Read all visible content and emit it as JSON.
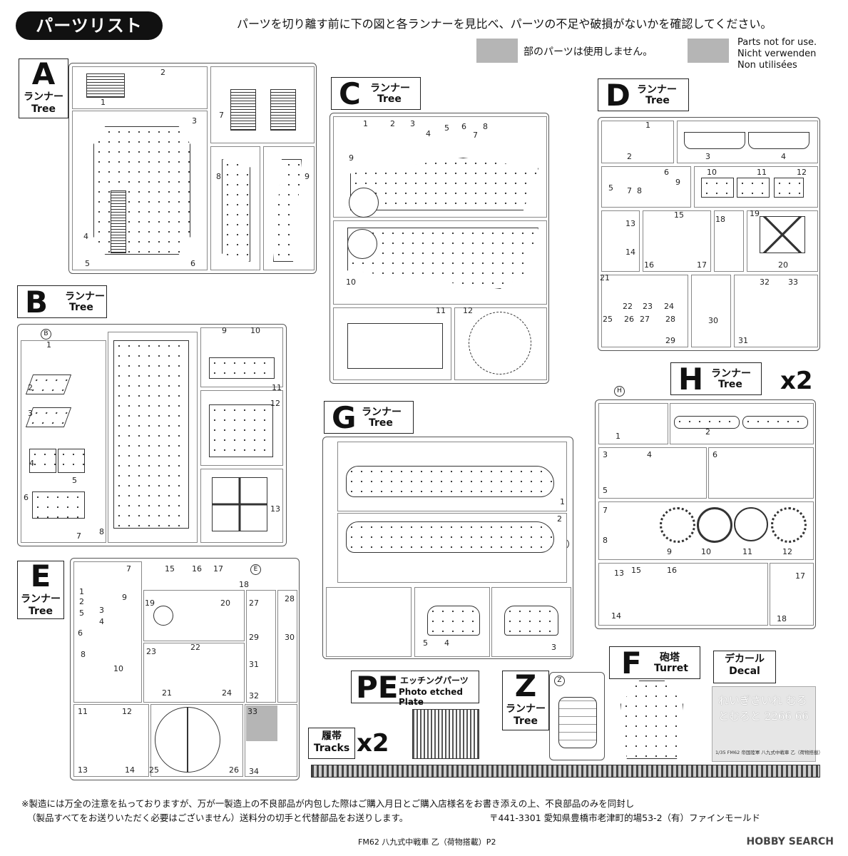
{
  "header": {
    "title": "パーツリスト",
    "notice": "パーツを切り離す前に下の図と各ランナーを見比べ、パーツの不足や破損がないかを確認してください。",
    "legend_jp": "部のパーツは使用しません。",
    "legend_en": "Parts not for use.",
    "legend_de": "Nicht verwenden",
    "legend_fr": "Non utilisées"
  },
  "runners": {
    "A": {
      "letter": "A",
      "jp": "ランナー",
      "en": "Tree",
      "tag": "A",
      "parts": [
        "1",
        "2",
        "3",
        "4",
        "5",
        "6",
        "7",
        "8",
        "9"
      ]
    },
    "B": {
      "letter": "B",
      "jp": "ランナー",
      "en": "Tree",
      "tag": "B",
      "parts": [
        "1",
        "2",
        "3",
        "4",
        "5",
        "6",
        "7",
        "8",
        "9",
        "10",
        "11",
        "12",
        "13"
      ]
    },
    "C": {
      "letter": "C",
      "jp": "ランナー",
      "en": "Tree",
      "tag": "C",
      "parts": [
        "1",
        "2",
        "3",
        "4",
        "5",
        "6",
        "7",
        "8",
        "9",
        "10",
        "11",
        "12"
      ]
    },
    "D": {
      "letter": "D",
      "jp": "ランナー",
      "en": "Tree",
      "tag": "D",
      "parts": [
        "1",
        "2",
        "3",
        "4",
        "5",
        "6",
        "7",
        "8",
        "9",
        "10",
        "11",
        "12",
        "13",
        "14",
        "15",
        "16",
        "17",
        "18",
        "19",
        "20",
        "21",
        "22",
        "23",
        "24",
        "25",
        "26",
        "27",
        "28",
        "29",
        "30",
        "31",
        "32",
        "33"
      ]
    },
    "E": {
      "letter": "E",
      "jp": "ランナー",
      "en": "Tree",
      "tag": "E",
      "parts": [
        "1",
        "2",
        "3",
        "4",
        "5",
        "6",
        "7",
        "8",
        "9",
        "10",
        "11",
        "12",
        "13",
        "14",
        "15",
        "16",
        "17",
        "18",
        "19",
        "20",
        "21",
        "22",
        "23",
        "24",
        "25",
        "26",
        "27",
        "28",
        "29",
        "30",
        "31",
        "32",
        "33",
        "34"
      ]
    },
    "G": {
      "letter": "G",
      "jp": "ランナー",
      "en": "Tree",
      "tag": "G",
      "parts": [
        "1",
        "2",
        "3",
        "4",
        "5"
      ]
    },
    "H": {
      "letter": "H",
      "jp": "ランナー",
      "en": "Tree",
      "tag": "H",
      "qty": "x2",
      "parts": [
        "1",
        "2",
        "3",
        "4",
        "5",
        "6",
        "7",
        "8",
        "9",
        "10",
        "11",
        "12",
        "13",
        "14",
        "15",
        "16",
        "17",
        "18"
      ]
    },
    "Z": {
      "letter": "Z",
      "jp": "ランナー",
      "en": "Tree",
      "tag": "Z"
    },
    "F": {
      "letter": "F",
      "jp": "砲塔",
      "en": "Turret"
    },
    "PE": {
      "letter": "PE",
      "jp": "エッチングパーツ",
      "en": "Photo etched Plate"
    },
    "Decal": {
      "jp": "デカール",
      "en": "Decal",
      "sheet_line": "1/35  FM62  帝国陸軍 八九式中戦車 乙（荷物搭載）",
      "glyphs": "れいぎさいれ むろとむろと 2266 66"
    },
    "Tracks": {
      "jp": "履帯",
      "en": "Tracks",
      "qty": "x2"
    }
  },
  "footer": {
    "line1": "※製造には万全の注意を払っておりますが、万が一製造上の不良部品が内包した際はご購入月日とご購入店様名をお書き添えの上、不良部品のみを同封し",
    "line2": "（製品すべてをお送りいただく必要はございません）送料分の切手と代替部品をお送りします。",
    "address": "〒441-3301 愛知県豊橋市老津町的場53-2（有）ファインモールド",
    "page": "FM62 八九式中戦車 乙（荷物搭載）P2",
    "watermark": "HOBBY SEARCH"
  }
}
